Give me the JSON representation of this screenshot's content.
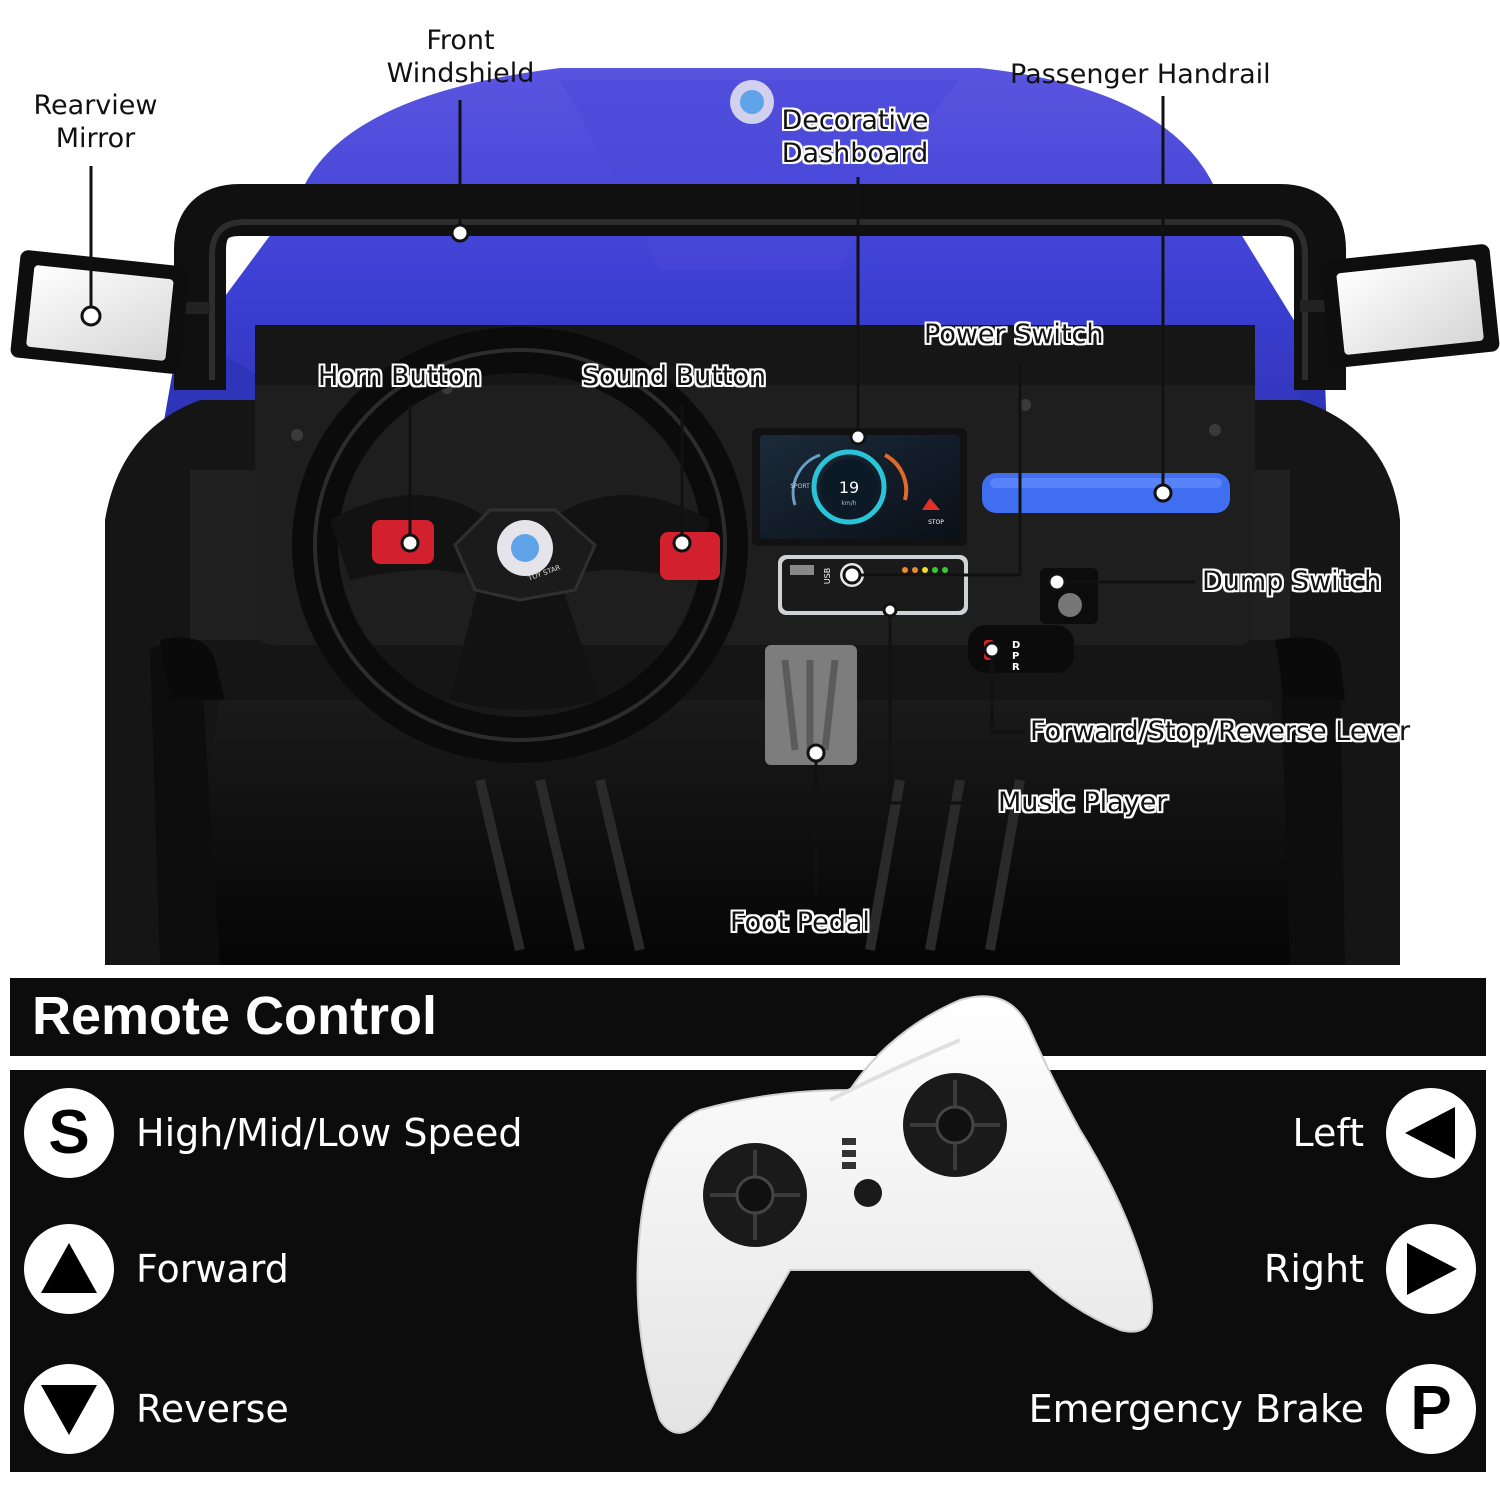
{
  "callouts": {
    "rearview_mirror": "Rearview\nMirror",
    "front_windshield": "Front\nWindshield",
    "decorative_dashboard": "Decorative\nDashboard",
    "passenger_handrail": "Passenger Handrail",
    "power_switch": "Power Switch",
    "horn_button": "Horn Button",
    "sound_button": "Sound Button",
    "dump_switch": "Dump Switch",
    "fsr_lever": "Forward/Stop/Reverse Lever",
    "music_player": "Music Player",
    "foot_pedal": "Foot Pedal"
  },
  "dashboard": {
    "speed": "19",
    "speed_unit": "km/h",
    "mode": "SPORT",
    "stop": "STOP",
    "usb": "USB",
    "gear": "D\nP\nR",
    "logo": "TOY STAR"
  },
  "remote_control": {
    "title": "Remote Control",
    "left_items": [
      {
        "glyph": "S",
        "label": "High/Mid/Low Speed"
      },
      {
        "glyph": "▲",
        "label": "Forward"
      },
      {
        "glyph": "▼",
        "label": "Reverse"
      }
    ],
    "right_items": [
      {
        "glyph": "◀",
        "label": "Left"
      },
      {
        "glyph": "▶",
        "label": "Right"
      },
      {
        "glyph": "P",
        "label": "Emergency Brake"
      }
    ]
  },
  "colors": {
    "car_blue": "#3a3fd0",
    "panel_black": "#0c0c0c",
    "button_red": "#d2202e",
    "handrail_blue": "#3f6ef0"
  }
}
